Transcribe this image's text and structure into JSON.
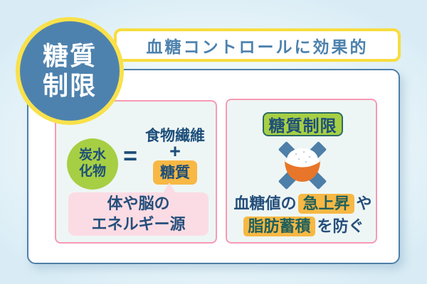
{
  "badge": {
    "line1": "糖質",
    "line2": "制限"
  },
  "banner": {
    "text": "血糖コントロールに効果的"
  },
  "left_panel": {
    "carb_circle": {
      "line1": "炭水",
      "line2": "化物"
    },
    "equals": "=",
    "fiber": "食物繊維",
    "plus": "+",
    "sugar": "糖質",
    "bubble": {
      "line1": "体や脳の",
      "line2": "エネルギー源"
    }
  },
  "right_panel": {
    "label": "糖質制限",
    "icon": "no-rice-icon",
    "sentence": {
      "line1_pre": "血糖値の",
      "line1_highlight": "急上昇",
      "line1_post": "や",
      "line2_highlight": "脂肪蓄積",
      "line2_post": "を防ぐ"
    }
  },
  "colors": {
    "badge_blue": "#4e82ae",
    "ring_yellow": "#f8e14b",
    "banner_yellow": "#f8dc3e",
    "banner_text": "#4c81ad",
    "card_border": "#4d7fa9",
    "navy": "#1d4e79",
    "green": "#a6cf44",
    "green_border": "#2b6a67",
    "pink_border": "#f79ab4",
    "pink_fill": "#fbdce4",
    "panel_bg": "#eef6f5",
    "highlight": "#f7b844",
    "teal_text": "#20605c",
    "orange": "#e8762a",
    "cross_blue": "#4d7fa9",
    "bg_edge": "#d9ecf5",
    "bg_center": "#f8fdfe"
  }
}
